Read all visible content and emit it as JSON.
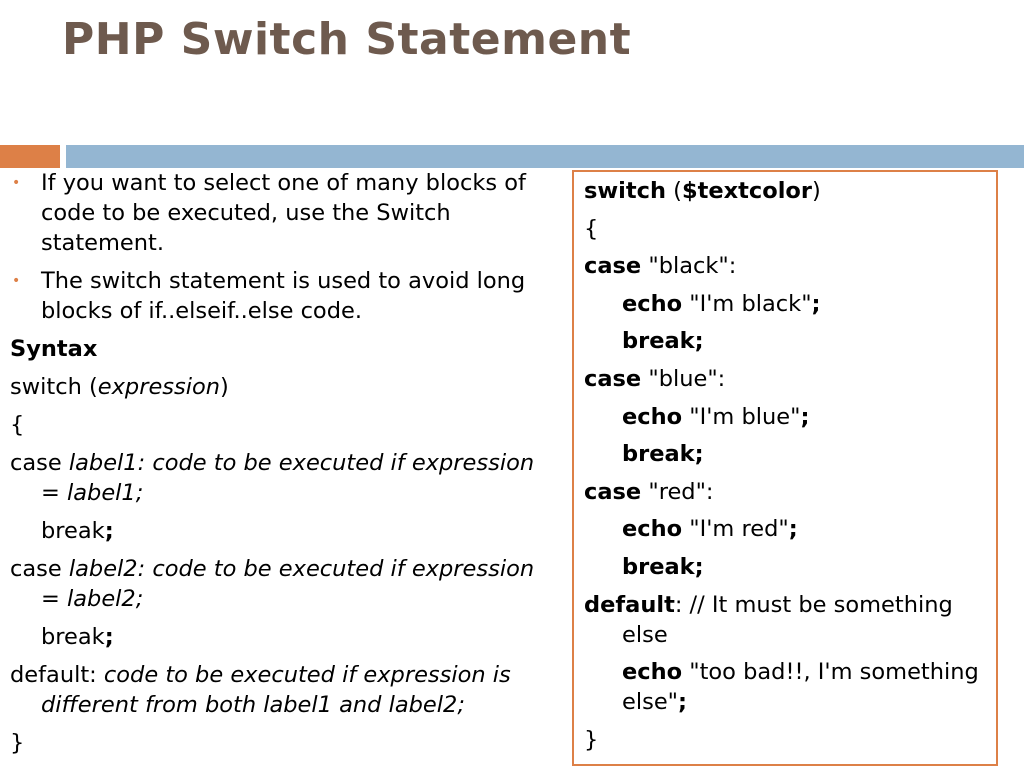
{
  "title": "PHP Switch Statement",
  "left": {
    "bullet1": "If you want to select one of many blocks of code to be executed, use the Switch statement.",
    "bullet2": "The switch statement is used to avoid long blocks of if..elseif..else code.",
    "syntax_heading": "Syntax",
    "switch_kw": "switch (",
    "switch_expr": "expression",
    "switch_close": ")",
    "open_brace": "{",
    "case_kw": "case ",
    "case1_text": "label1: code to be executed if expression = label1;",
    "break_kw": "break",
    "semicolon": ";",
    "case2_text": "label2: code to be executed if expression = label2;",
    "default_kw": "default: ",
    "default_text": "code to be executed if expression is different from both label1 and label2;",
    "close_brace": "}"
  },
  "code": {
    "switch_kw": "switch",
    "open_paren": " (",
    "var": "$textcolor",
    "close_paren": ")",
    "open_brace": "{",
    "case_kw": "case",
    "black_label": " \"black\":",
    "echo_kw": "echo",
    "black_str": " \"I'm black\"",
    "semicolon": ";",
    "break_kw": "break;",
    "blue_label": " \"blue\":",
    "blue_str": " \"I'm blue\"",
    "red_label": " \"red\":",
    "red_str": " \"I'm red\"",
    "default_kw": "default",
    "default_comment": ":     // It must be something else",
    "default_str": " \"too bad!!, I'm something else\"",
    "close_brace": "}"
  },
  "colors": {
    "title": "#6e5a4e",
    "accent_orange": "#dd8047",
    "accent_blue": "#94b6d2"
  }
}
